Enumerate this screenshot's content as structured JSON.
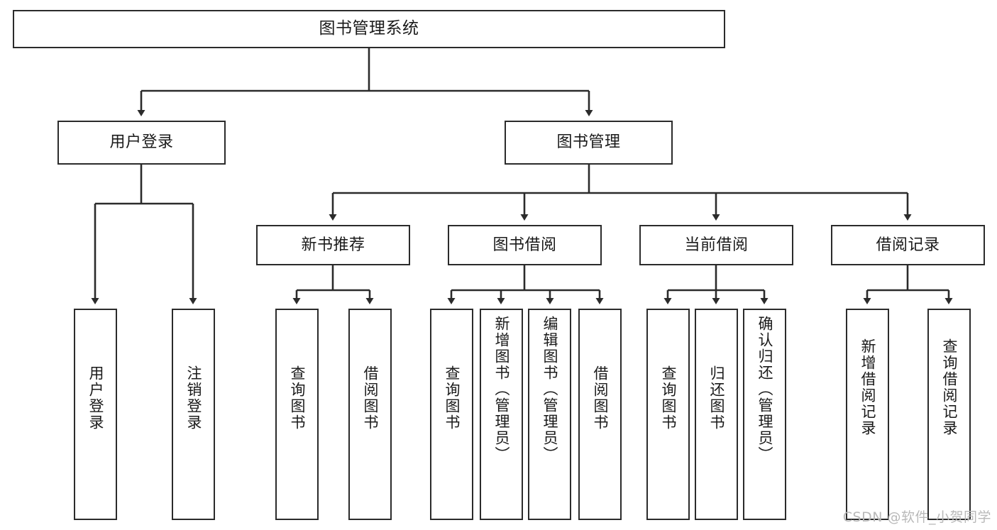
{
  "diagram": {
    "type": "tree-hierarchy",
    "title": "图书管理系统",
    "colors": {
      "background": "#ffffff",
      "box_border": "#2b2b2b",
      "edge": "#2b2b2b",
      "text": "#1a1a1a",
      "watermark": "#b9b9b9"
    },
    "levels": {
      "level1_label": "图书管理系统",
      "level2_labels": [
        "用户登录",
        "图书管理"
      ],
      "level3_labels": [
        "新书推荐",
        "图书借阅",
        "当前借阅",
        "借阅记录"
      ]
    },
    "nodes": {
      "root": {
        "label": "图书管理系统"
      },
      "user_login": {
        "label": "用户登录"
      },
      "book_manage": {
        "label": "图书管理"
      },
      "new_book_rec": {
        "label": "新书推荐"
      },
      "book_borrow": {
        "label": "图书借阅"
      },
      "current_borrow": {
        "label": "当前借阅"
      },
      "borrow_record": {
        "label": "借阅记录"
      },
      "leaf_user_login": {
        "label": "用户登录"
      },
      "leaf_user_logout": {
        "label": "注销登录"
      },
      "leaf_rec_query": {
        "label": "查询图书"
      },
      "leaf_rec_borrow": {
        "label": "借阅图书"
      },
      "leaf_borrow_query": {
        "label": "查询图书"
      },
      "leaf_borrow_add": {
        "label": "新增图书（管理员）"
      },
      "leaf_borrow_edit": {
        "label": "编辑图书（管理员）"
      },
      "leaf_borrow_lend": {
        "label": "借阅图书"
      },
      "leaf_cur_query": {
        "label": "查询图书"
      },
      "leaf_cur_return": {
        "label": "归还图书"
      },
      "leaf_cur_confirm": {
        "label": "确认归还（管理员）"
      },
      "leaf_rec_add": {
        "label": "新增借阅记录"
      },
      "leaf_rec_query2": {
        "label": "查询借阅记录"
      }
    },
    "edges": [
      {
        "from": "root",
        "to": "user_login"
      },
      {
        "from": "root",
        "to": "book_manage"
      },
      {
        "from": "user_login",
        "to": "leaf_user_login"
      },
      {
        "from": "user_login",
        "to": "leaf_user_logout"
      },
      {
        "from": "book_manage",
        "to": "new_book_rec"
      },
      {
        "from": "book_manage",
        "to": "book_borrow"
      },
      {
        "from": "book_manage",
        "to": "current_borrow"
      },
      {
        "from": "book_manage",
        "to": "borrow_record"
      },
      {
        "from": "new_book_rec",
        "to": "leaf_rec_query"
      },
      {
        "from": "new_book_rec",
        "to": "leaf_rec_borrow"
      },
      {
        "from": "book_borrow",
        "to": "leaf_borrow_query"
      },
      {
        "from": "book_borrow",
        "to": "leaf_borrow_add"
      },
      {
        "from": "book_borrow",
        "to": "leaf_borrow_edit"
      },
      {
        "from": "book_borrow",
        "to": "leaf_borrow_lend"
      },
      {
        "from": "current_borrow",
        "to": "leaf_cur_query"
      },
      {
        "from": "current_borrow",
        "to": "leaf_cur_return"
      },
      {
        "from": "current_borrow",
        "to": "leaf_cur_confirm"
      },
      {
        "from": "borrow_record",
        "to": "leaf_rec_add"
      },
      {
        "from": "borrow_record",
        "to": "leaf_rec_query2"
      }
    ]
  },
  "watermark": {
    "text": "CSDN @软件_小贺同学"
  }
}
